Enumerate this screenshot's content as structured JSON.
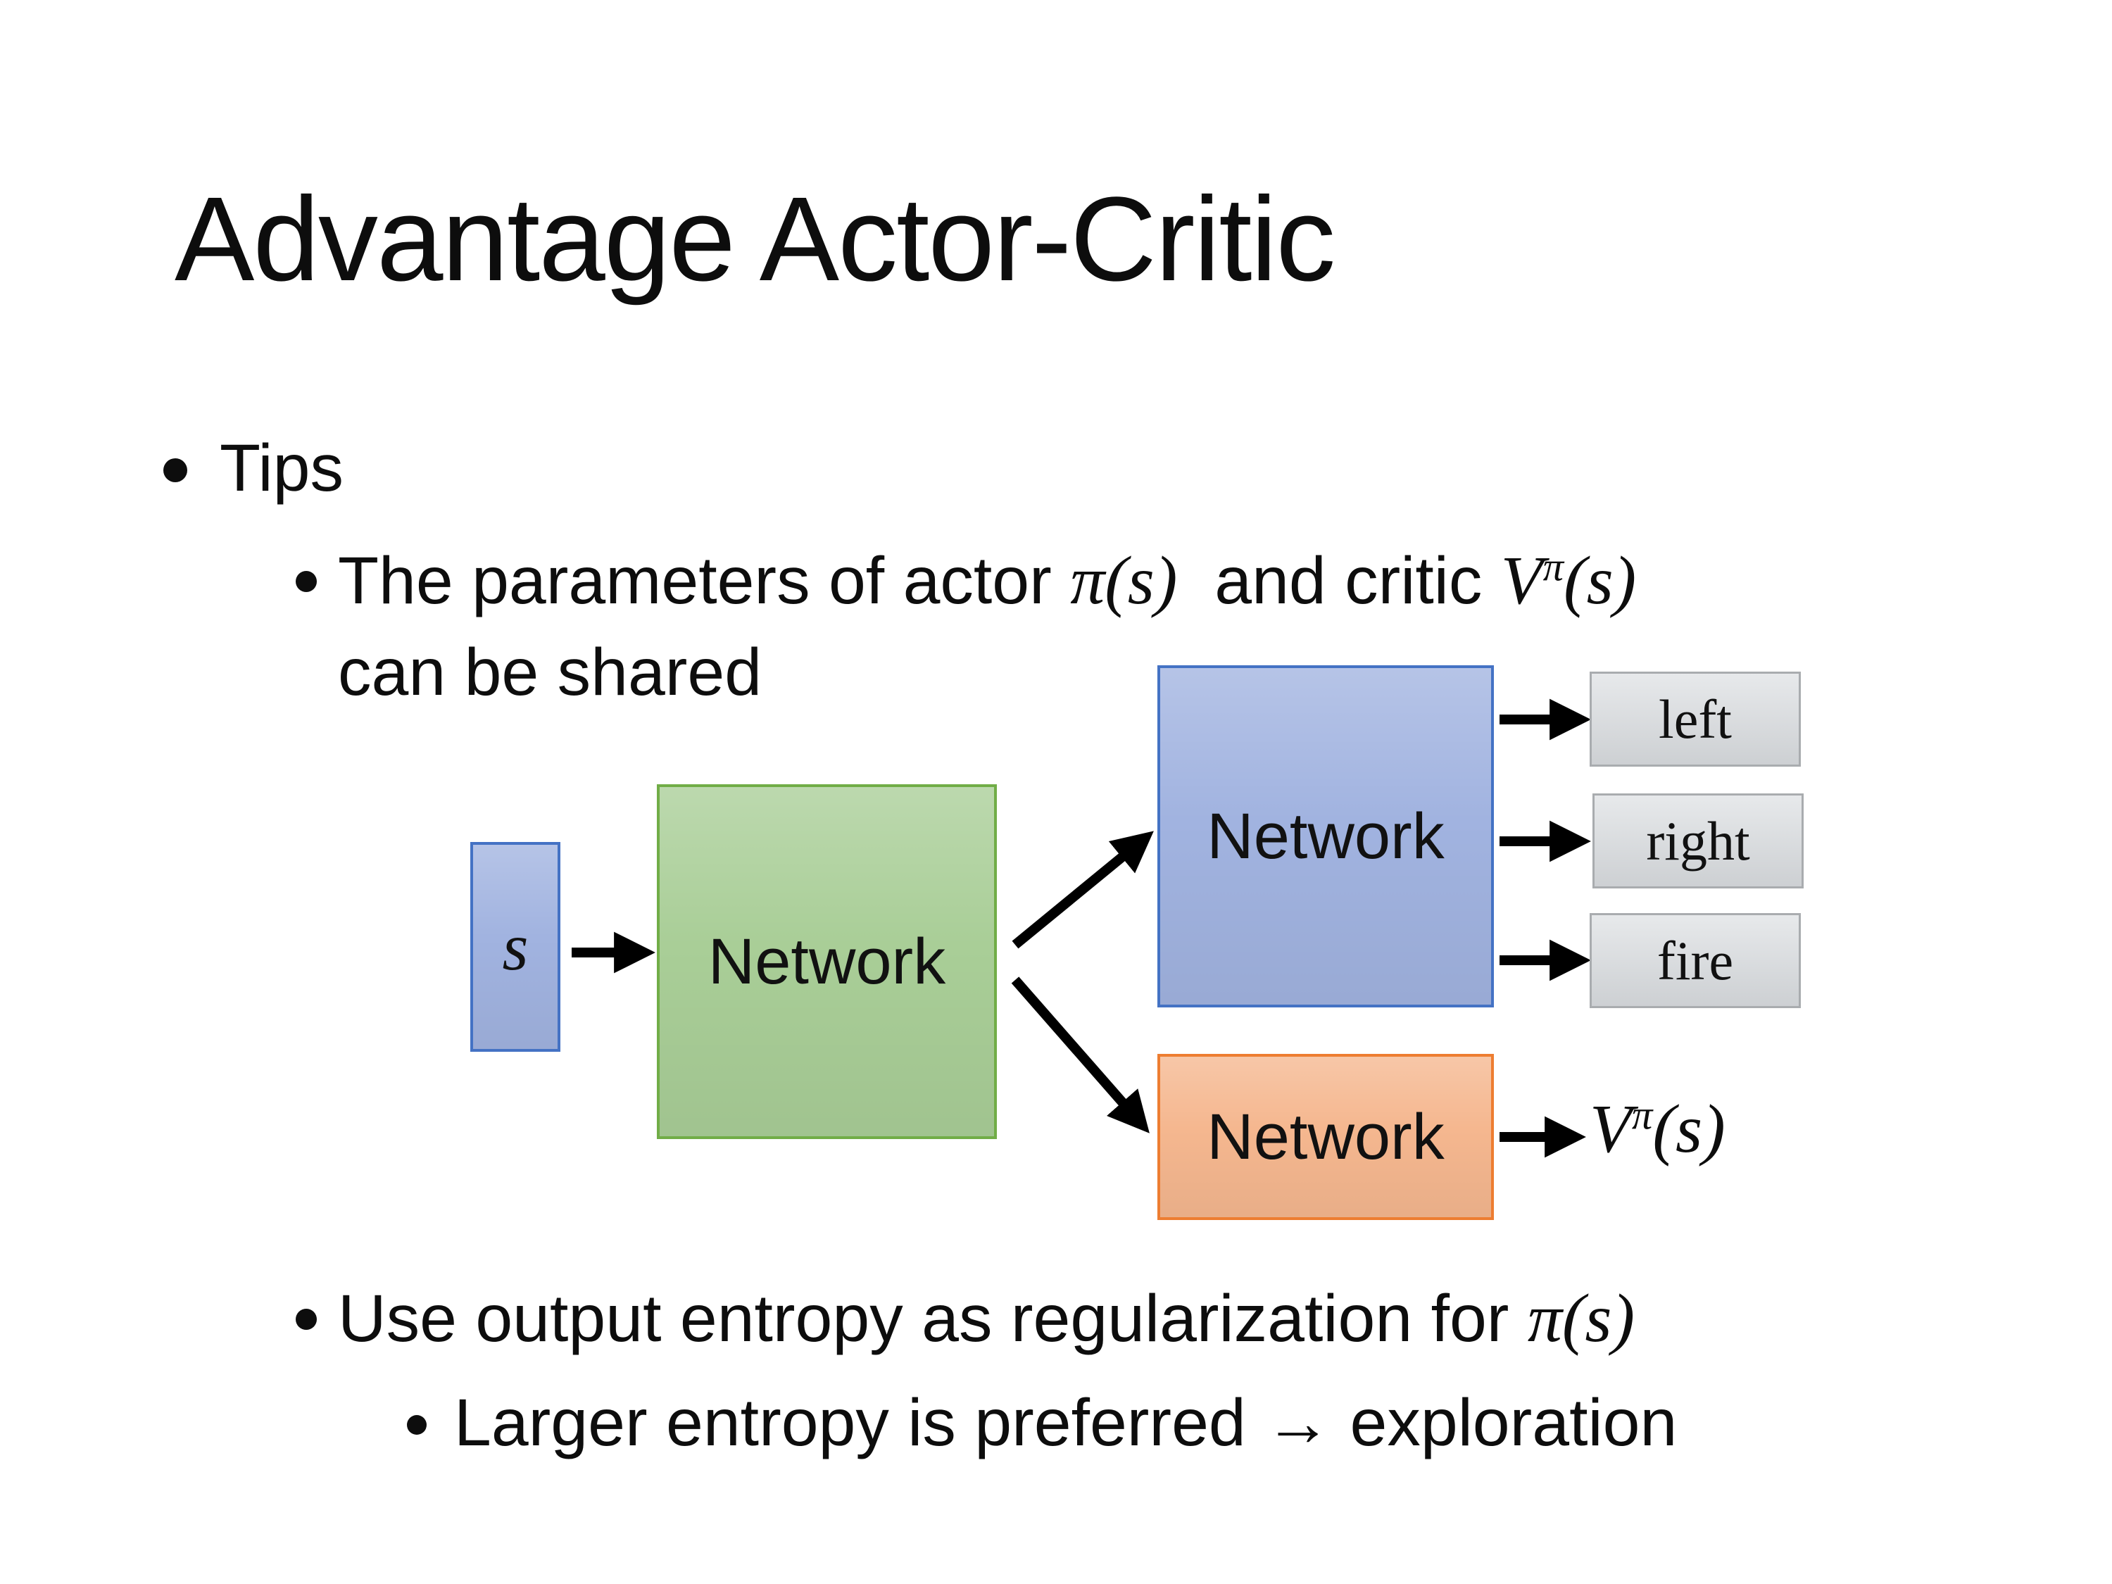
{
  "slide": {
    "title": "Advantage Actor-Critic"
  },
  "bullets": {
    "tips": "Tips",
    "param": {
      "pre": "The parameters of actor ",
      "math_pi": "π(s)",
      "mid": "  and critic ",
      "v_base": "V",
      "v_sup": "π",
      "v_args": "(s)",
      "line2": "can be shared"
    },
    "entropy": {
      "pre": "Use output entropy as regularization for ",
      "math_pi": "π(s)"
    },
    "exploration": "Larger entropy is preferred → exploration"
  },
  "diagram": {
    "input": "s",
    "shared_label": "Network",
    "actor_label": "Network",
    "critic_label": "Network",
    "actions": [
      "left",
      "right",
      "fire"
    ],
    "output": {
      "base": "V",
      "sup": "π",
      "args": "(s)"
    }
  },
  "colors": {
    "text": "#0d0d0d",
    "arrow": "#000000",
    "blue_fill": "#a1b3e0",
    "blue_border": "#4472c4",
    "green_fill": "#a9ce97",
    "green_border": "#71ad47",
    "orange_fill": "#f5b78f",
    "orange_border": "#ed7d31",
    "gray_fill": "#cdd0d3",
    "gray_fill_light": "#e7e9eb",
    "gray_border": "#a9acaf"
  }
}
